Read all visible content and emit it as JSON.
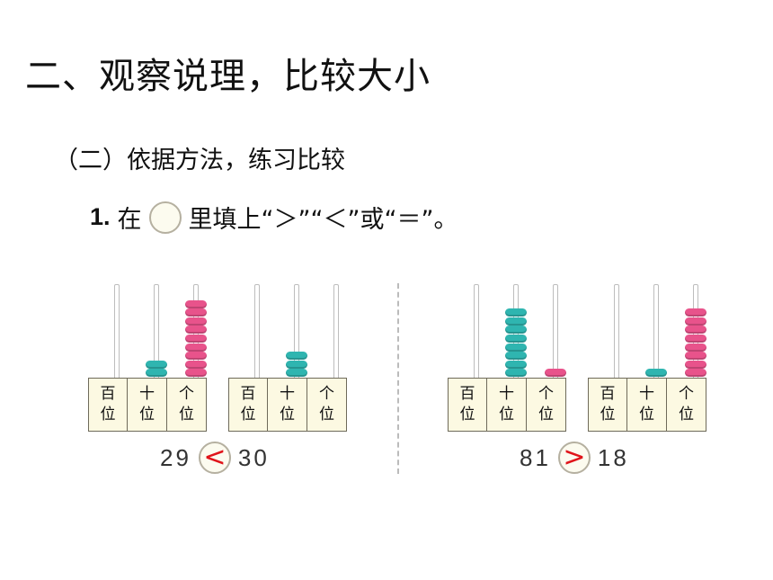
{
  "section_title": "二、观察说理，比较大小",
  "subsection_title": "（二）依据方法，练习比较",
  "question": {
    "number": "1.",
    "before": "在",
    "after": "里填上“＞”“＜”或“＝”。"
  },
  "place_labels": [
    "百位",
    "十位",
    "个位"
  ],
  "colors": {
    "tens_bead": "#2fb5b0",
    "ones_bead": "#e8538b",
    "answer": "#e0141a"
  },
  "problems": [
    {
      "left": "29",
      "symbol": "<",
      "right": "30",
      "abacus_left": [
        0,
        2,
        9
      ],
      "abacus_right": [
        0,
        3,
        0
      ]
    },
    {
      "left": "81",
      "symbol": ">",
      "right": "18",
      "abacus_left": [
        0,
        8,
        1
      ],
      "abacus_right": [
        0,
        1,
        8
      ]
    }
  ]
}
